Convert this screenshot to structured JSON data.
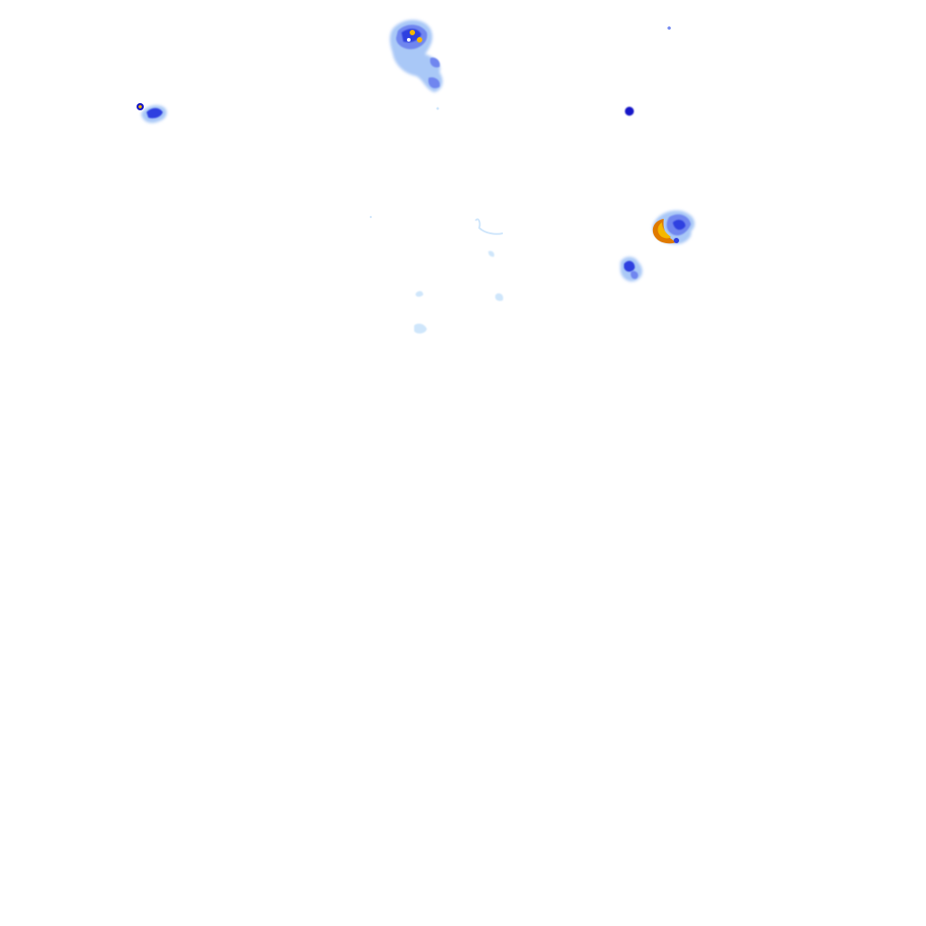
{
  "map": {
    "layer": "radar-precipitation-overlay",
    "background_color": "#ffffff",
    "intensity_palette": {
      "very_light": "#cfe6fb",
      "light": "#a9c8f7",
      "moderate": "#6f86ef",
      "heavy": "#2f3fe0",
      "very_heavy": "#1414c8",
      "intense": "#f5b800",
      "extreme": "#e07a00"
    },
    "echo_cells": [
      {
        "id": "cell-north-center",
        "intensity": "heavy"
      },
      {
        "id": "cell-west",
        "intensity": "heavy"
      },
      {
        "id": "cell-north-east-dot",
        "intensity": "very_heavy"
      },
      {
        "id": "cell-east-storm",
        "intensity": "extreme"
      },
      {
        "id": "cell-east-south",
        "intensity": "moderate"
      },
      {
        "id": "cell-central-scatter",
        "intensity": "very_light"
      }
    ]
  }
}
